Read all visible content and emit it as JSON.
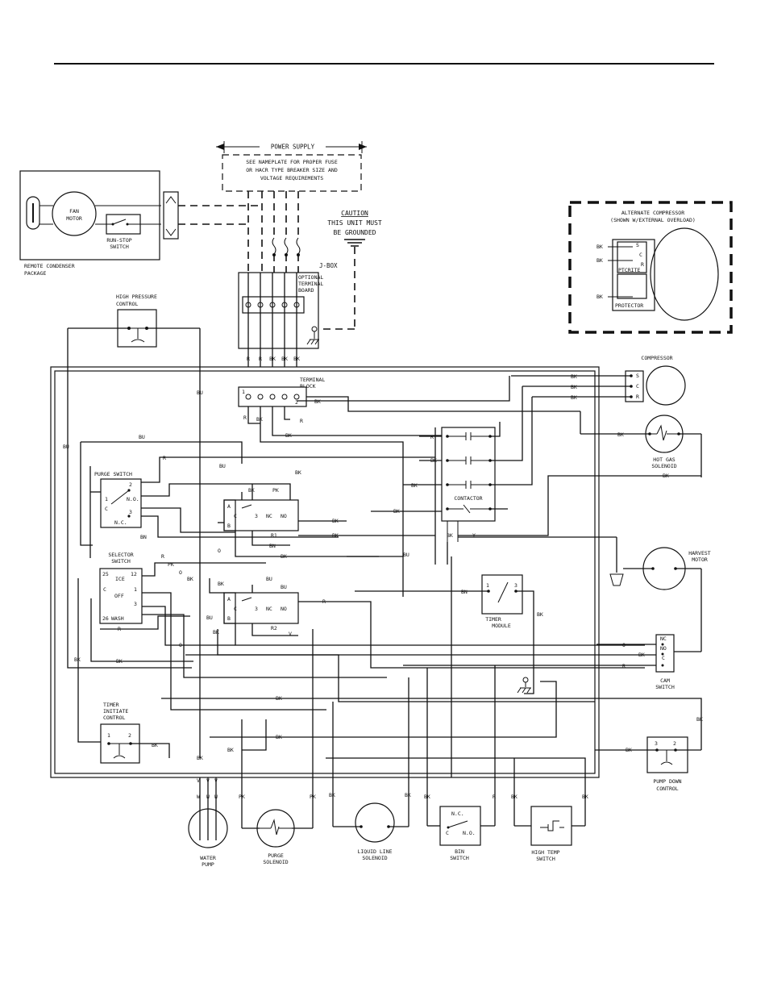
{
  "power_supply": {
    "title": "POWER SUPPLY",
    "note_line1": "SEE NAMEPLATE FOR PROPER FUSE",
    "note_line2": "OR HACR TYPE BREAKER SIZE AND",
    "note_line3": "VOLTAGE REQUIREMENTS"
  },
  "caution": {
    "title": "CAUTION",
    "line1": "THIS UNIT MUST",
    "line2": "BE GROUNDED"
  },
  "remote_condenser": {
    "fan_line1": "FAN",
    "fan_line2": "MOTOR",
    "run_stop_line1": "RUN-STOP",
    "run_stop_line2": "SWITCH",
    "package_line1": "REMOTE CONDENSER",
    "package_line2": "PACKAGE"
  },
  "jbox": {
    "label": "J-BOX",
    "optional_line1": "OPTIONAL",
    "optional_line2": "TERMINAL",
    "optional_line3": "BOARD"
  },
  "alt_compressor": {
    "line1": "ALTERNATE COMPRESSOR",
    "line2": "(SHOWN W/EXTERNAL OVERLOAD)",
    "wire1": "BK",
    "wire2": "BK",
    "wire3": "BK",
    "pin1": "S",
    "pin2": "C",
    "pin3": "R",
    "label_a": "PTCRITE",
    "label_b": "PROTECTOR"
  },
  "high_pressure": {
    "line1": "HIGH PRESSURE",
    "line2": "CONTROL"
  },
  "terminal_block": {
    "line1": "TERMINAL",
    "line2": "BLOCK",
    "wires_top": [
      "R",
      "R",
      "BK",
      "BK",
      "BK"
    ],
    "pins": [
      "1",
      "2"
    ]
  },
  "compressor": {
    "label": "COMPRESSOR",
    "pins": [
      "S",
      "C",
      "R"
    ],
    "wires": [
      "BK",
      "BK",
      "BK"
    ]
  },
  "hot_gas": {
    "line1": "HOT GAS",
    "line2": "SOLENOID",
    "wire": "BK"
  },
  "purge_switch": {
    "title": "PURGE SWITCH",
    "no": "N.O.",
    "nc": "N.C.",
    "c": "C",
    "p1": "1",
    "p2": "2",
    "p3": "3"
  },
  "relay1": {
    "a": "A",
    "b": "B",
    "c": "C",
    "n3": "3",
    "nc": "NC",
    "no": "NO",
    "label": "R1"
  },
  "relay2": {
    "a": "A",
    "b": "B",
    "c": "C",
    "n3": "3",
    "nc": "NC",
    "no": "NO",
    "label": "R2"
  },
  "contactor": {
    "label": "CONTACTOR"
  },
  "selector_switch": {
    "line1": "SELECTOR",
    "line2": "SWITCH",
    "ice": "ICE",
    "off": "OFF",
    "wash": "WASH",
    "p25": "25",
    "p12": "12",
    "p26": "26",
    "pc": "C",
    "p1": "1",
    "p3": "3"
  },
  "harvest_motor": {
    "line1": "HARVEST",
    "line2": "MOTOR"
  },
  "timer_module": {
    "line1": "TIMER",
    "line2": "MODULE",
    "p1": "1",
    "p3": "3"
  },
  "cam_switch": {
    "line1": "CAM",
    "line2": "SWITCH",
    "nc": "NC",
    "no": "NO",
    "c": "C"
  },
  "timer_initiate": {
    "line1": "TIMER",
    "line2": "INITIATE",
    "line3": "CONTROL",
    "p1": "1",
    "p2": "2"
  },
  "pump_down": {
    "line1": "PUMP DOWN",
    "line2": "CONTROL",
    "p3": "3",
    "p2": "2"
  },
  "bottom_components": {
    "water_pump_1": "WATER",
    "water_pump_2": "PUMP",
    "purge_sol_1": "PURGE",
    "purge_sol_2": "SOLENOID",
    "liquid_1": "LIQUID LINE",
    "liquid_2": "SOLENOID",
    "bin_1": "BIN",
    "bin_2": "SWITCH",
    "bin_nc": "N.C.",
    "bin_no": "N.O.",
    "bin_c": "C",
    "high_temp_1": "HIGH TEMP",
    "high_temp_2": "SWITCH"
  },
  "wire_labels": {
    "BK": "BK",
    "R": "R",
    "BU": "BU",
    "BN": "BN",
    "PK": "PK",
    "O": "O",
    "Y": "Y",
    "W": "W",
    "V": "V"
  }
}
